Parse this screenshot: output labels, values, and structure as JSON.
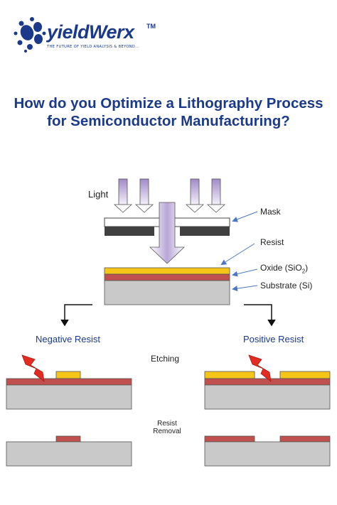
{
  "logo": {
    "name": "yieldWerx",
    "tm": "TM",
    "tagline": "THE FUTURE OF YIELD ANALYSIS & BEYOND...",
    "color": "#1b3a8c"
  },
  "title": {
    "line1": "How do you Optimize a Lithography Process",
    "line2": "for Semiconductor Manufacturing?"
  },
  "labels": {
    "light": "Light",
    "mask": "Mask",
    "resist": "Resist",
    "oxide_prefix": "Oxide (SiO",
    "oxide_sub": "2",
    "oxide_suffix": ")",
    "substrate": "Substrate (Si)",
    "negative_resist": "Negative Resist",
    "positive_resist": "Positive Resist",
    "etching": "Etching",
    "resist_removal_line1": "Resist",
    "resist_removal_line2": "Removal"
  },
  "colors": {
    "brand_blue": "#1b3a8c",
    "resist_yellow": "#f5c518",
    "oxide_red": "#c0504d",
    "substrate_gray": "#c9c9c9",
    "mask_dark": "#404040",
    "light_purple": "#b9a6d6",
    "bolt_red": "#e32b22",
    "pointer_blue": "#4a78c2"
  }
}
